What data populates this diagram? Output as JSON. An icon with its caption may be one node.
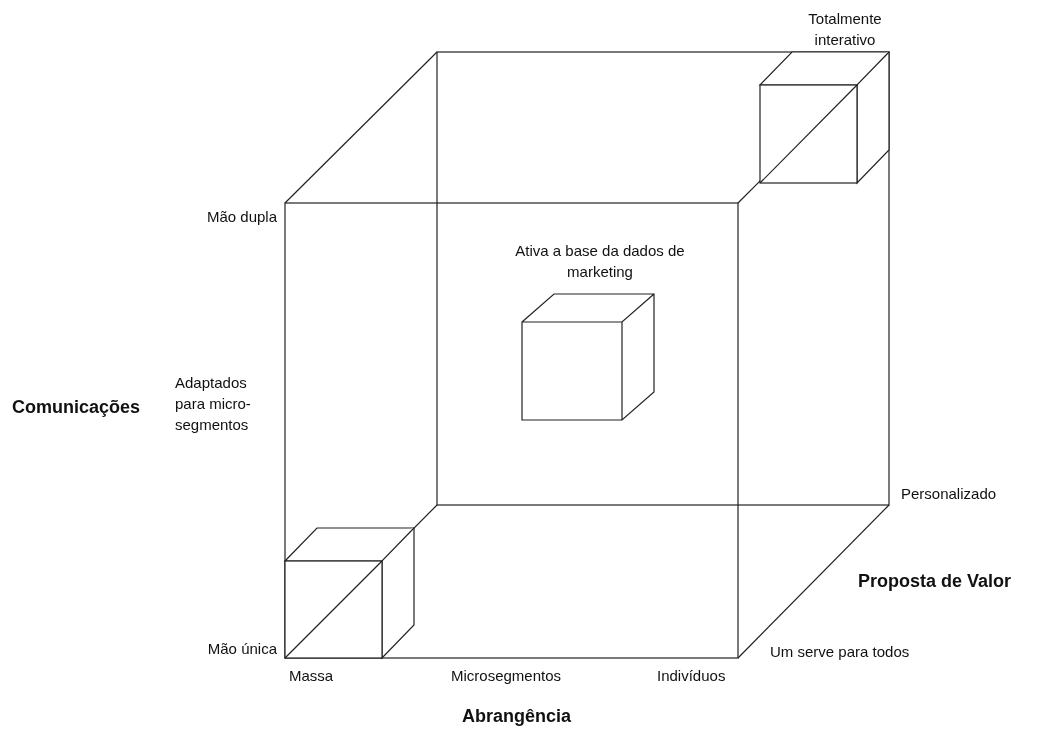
{
  "diagram": {
    "nodes": [
      {
        "text": [
          "Ativa a base da dados de marketing"
        ]
      }
    ],
    "labels": [
      "Totalmente interativo",
      "Mão dupla",
      "Comunicações",
      "Adaptados para micro-segmentos",
      "Personalizado",
      "Proposta de Valor",
      "Mão única",
      "Um serve para todos",
      "Massa",
      "Microsegmentos",
      "Indivíduos",
      "Abrangência"
    ]
  }
}
